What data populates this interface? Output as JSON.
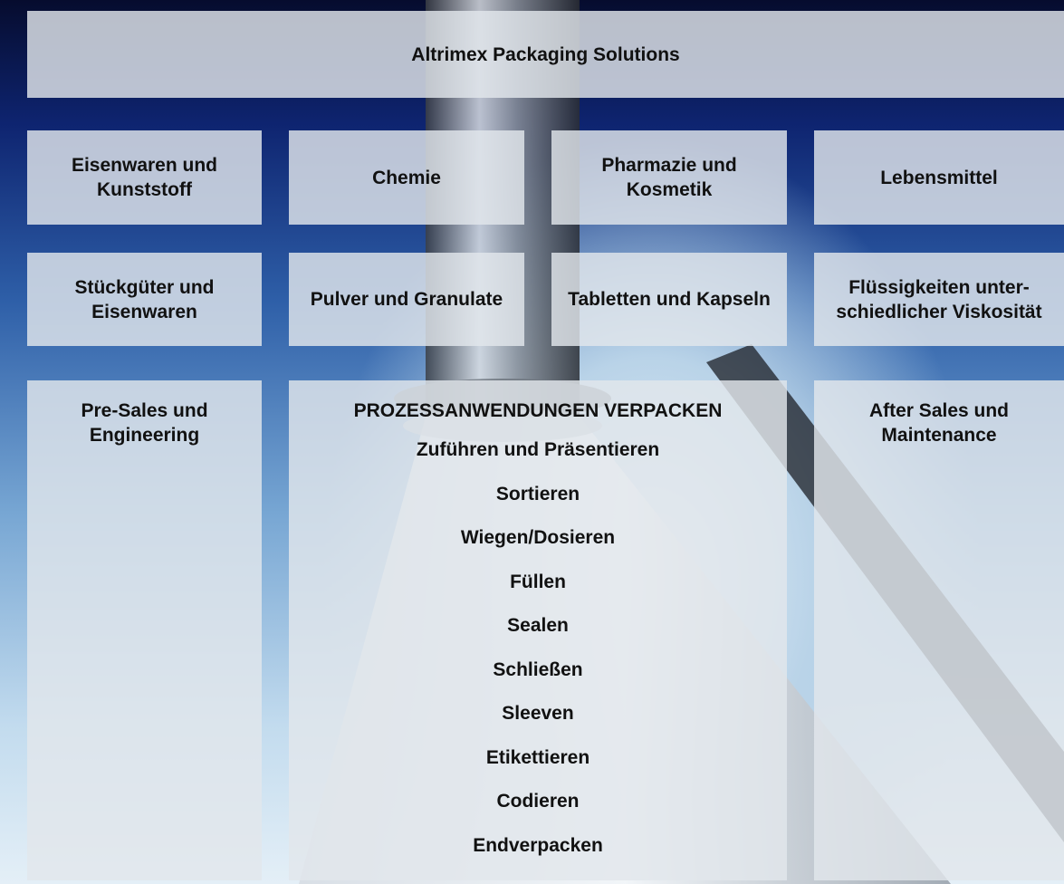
{
  "header": {
    "title": "Altrimex Packaging Solutions"
  },
  "industries": [
    {
      "label": "Eisenwaren und\nKunststoff"
    },
    {
      "label": "Chemie"
    },
    {
      "label": "Pharmazie und Kosmetik"
    },
    {
      "label": "Lebensmittel"
    }
  ],
  "product_types": [
    {
      "label": "Stückgüter und\nEisenwaren"
    },
    {
      "label": "Pulver und Granulate"
    },
    {
      "label": "Tabletten und Kapseln"
    },
    {
      "label": "Flüssigkeiten unter-\nschiedlicher Viskosität"
    }
  ],
  "services": {
    "left": "Pre-Sales und\nEngineering",
    "right": "After Sales und\nMaintenance"
  },
  "process": {
    "heading": "PROZESSANWENDUNGEN VERPACKEN",
    "steps": [
      "Zuführen und Präsentieren",
      "Sortieren",
      "Wiegen/Dosieren",
      "Füllen",
      "Sealen",
      "Schließen",
      "Sleeven",
      "Etikettieren",
      "Codieren",
      "Endverpacken"
    ]
  },
  "colors": {
    "box_fill": "#e2e6ec",
    "background_dark": "#0e2470",
    "background_light": "#c2dbee",
    "text": "#111111"
  }
}
